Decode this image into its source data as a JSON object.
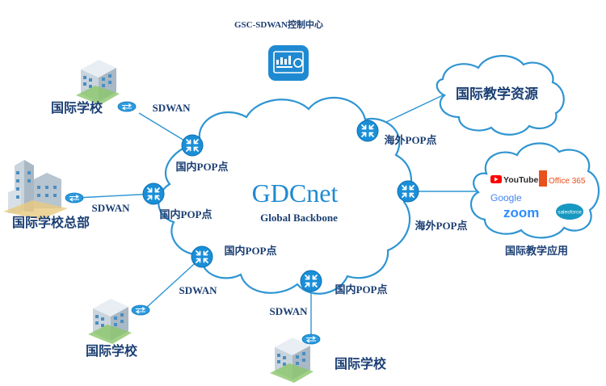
{
  "control_center": {
    "title": "GSC-SDWAN控制中心",
    "icon": "dashboard-icon"
  },
  "backbone": {
    "name": "GDCnet",
    "subtitle": "Global Backbone"
  },
  "sites": [
    {
      "id": "school-top-left",
      "name": "国际学校",
      "link": "SDWAN",
      "pop": "国内POP点"
    },
    {
      "id": "hq",
      "name": "国际学校总部",
      "link": "SDWAN",
      "pop": "国内POP点"
    },
    {
      "id": "school-bottom-left",
      "name": "国际学校",
      "link": "SDWAN",
      "pop": "国内POP点"
    },
    {
      "id": "school-bottom",
      "name": "国际学校",
      "link": "SDWAN",
      "pop": "国内POP点"
    }
  ],
  "overseas": {
    "resources": {
      "name": "国际教学资源",
      "pop": "海外POP点"
    },
    "apps": {
      "name": "国际教学应用",
      "pop": "海外POP点",
      "logos": {
        "youtube": "YouTube",
        "office": "Office 365",
        "google": "Google",
        "zoom": "zoom",
        "salesforce": "salesforce"
      }
    }
  },
  "colors": {
    "line": "#2f95d2",
    "router": "#1a8fd8",
    "text": "#1b3f73",
    "brand": "#1f8ad2"
  }
}
